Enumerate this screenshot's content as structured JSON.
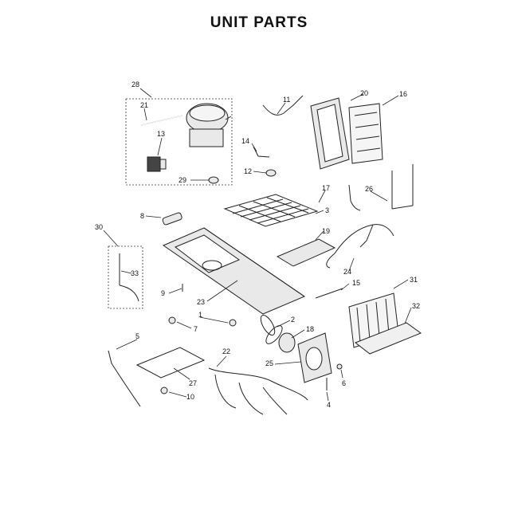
{
  "title": "UNIT  PARTS",
  "callouts": [
    "1",
    "2",
    "3",
    "4",
    "5",
    "6",
    "6",
    "7",
    "8",
    "9",
    "10",
    "11",
    "12",
    "13",
    "14",
    "15",
    "16",
    "17",
    "18",
    "19",
    "20",
    "21",
    "22",
    "23",
    "24",
    "25",
    "26",
    "27",
    "28",
    "29",
    "30",
    "31",
    "32",
    "33"
  ]
}
